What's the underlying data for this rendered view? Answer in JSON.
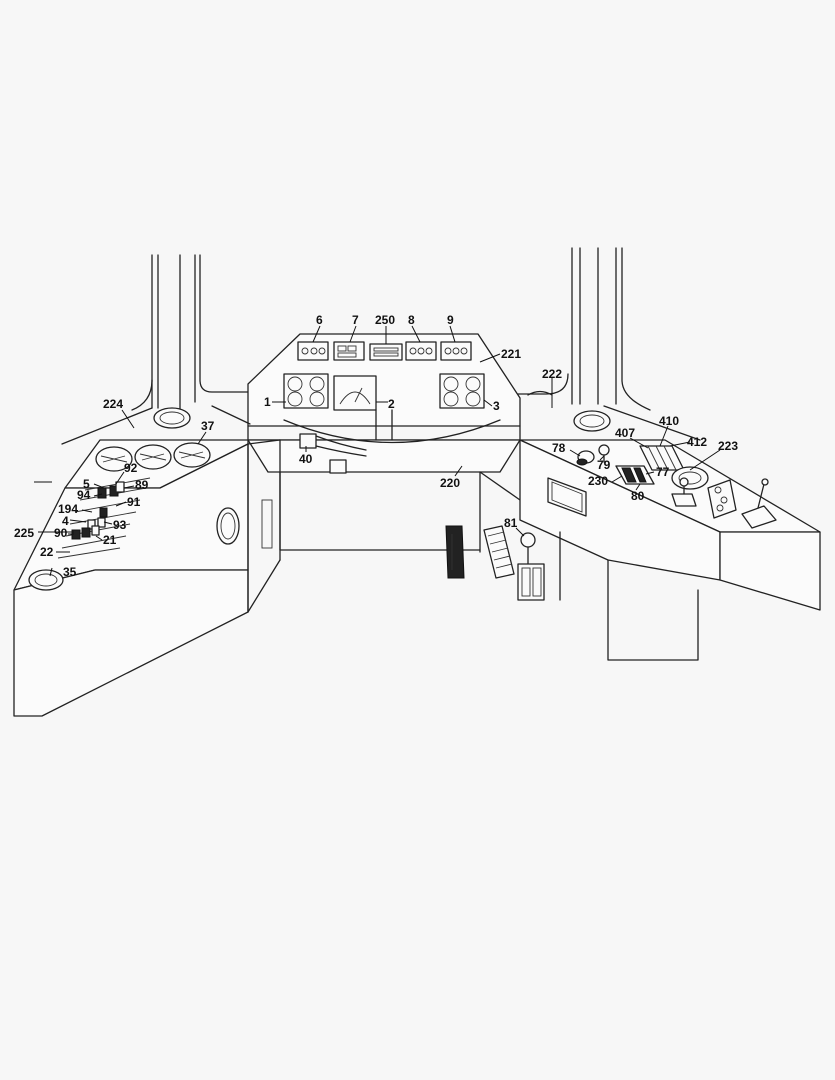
{
  "figure": {
    "labels": [
      {
        "id": "6",
        "text": "6"
      },
      {
        "id": "7",
        "text": "7"
      },
      {
        "id": "250",
        "text": "250"
      },
      {
        "id": "8",
        "text": "8"
      },
      {
        "id": "9",
        "text": "9"
      },
      {
        "id": "221",
        "text": "221"
      },
      {
        "id": "222",
        "text": "222"
      },
      {
        "id": "224",
        "text": "224"
      },
      {
        "id": "1",
        "text": "1"
      },
      {
        "id": "2",
        "text": "2"
      },
      {
        "id": "3",
        "text": "3"
      },
      {
        "id": "37",
        "text": "37"
      },
      {
        "id": "40",
        "text": "40"
      },
      {
        "id": "220",
        "text": "220"
      },
      {
        "id": "410",
        "text": "410"
      },
      {
        "id": "407",
        "text": "407"
      },
      {
        "id": "412",
        "text": "412"
      },
      {
        "id": "223",
        "text": "223"
      },
      {
        "id": "78",
        "text": "78"
      },
      {
        "id": "79",
        "text": "79"
      },
      {
        "id": "77",
        "text": "77"
      },
      {
        "id": "230",
        "text": "230"
      },
      {
        "id": "80",
        "text": "80"
      },
      {
        "id": "81",
        "text": "81"
      },
      {
        "id": "92",
        "text": "92"
      },
      {
        "id": "5",
        "text": "5"
      },
      {
        "id": "89",
        "text": "89"
      },
      {
        "id": "94",
        "text": "94"
      },
      {
        "id": "91",
        "text": "91"
      },
      {
        "id": "194",
        "text": "194"
      },
      {
        "id": "4",
        "text": "4"
      },
      {
        "id": "93",
        "text": "93"
      },
      {
        "id": "225",
        "text": "225"
      },
      {
        "id": "90",
        "text": "90"
      },
      {
        "id": "21",
        "text": "21"
      },
      {
        "id": "22",
        "text": "22"
      },
      {
        "id": "35",
        "text": "35"
      }
    ]
  }
}
